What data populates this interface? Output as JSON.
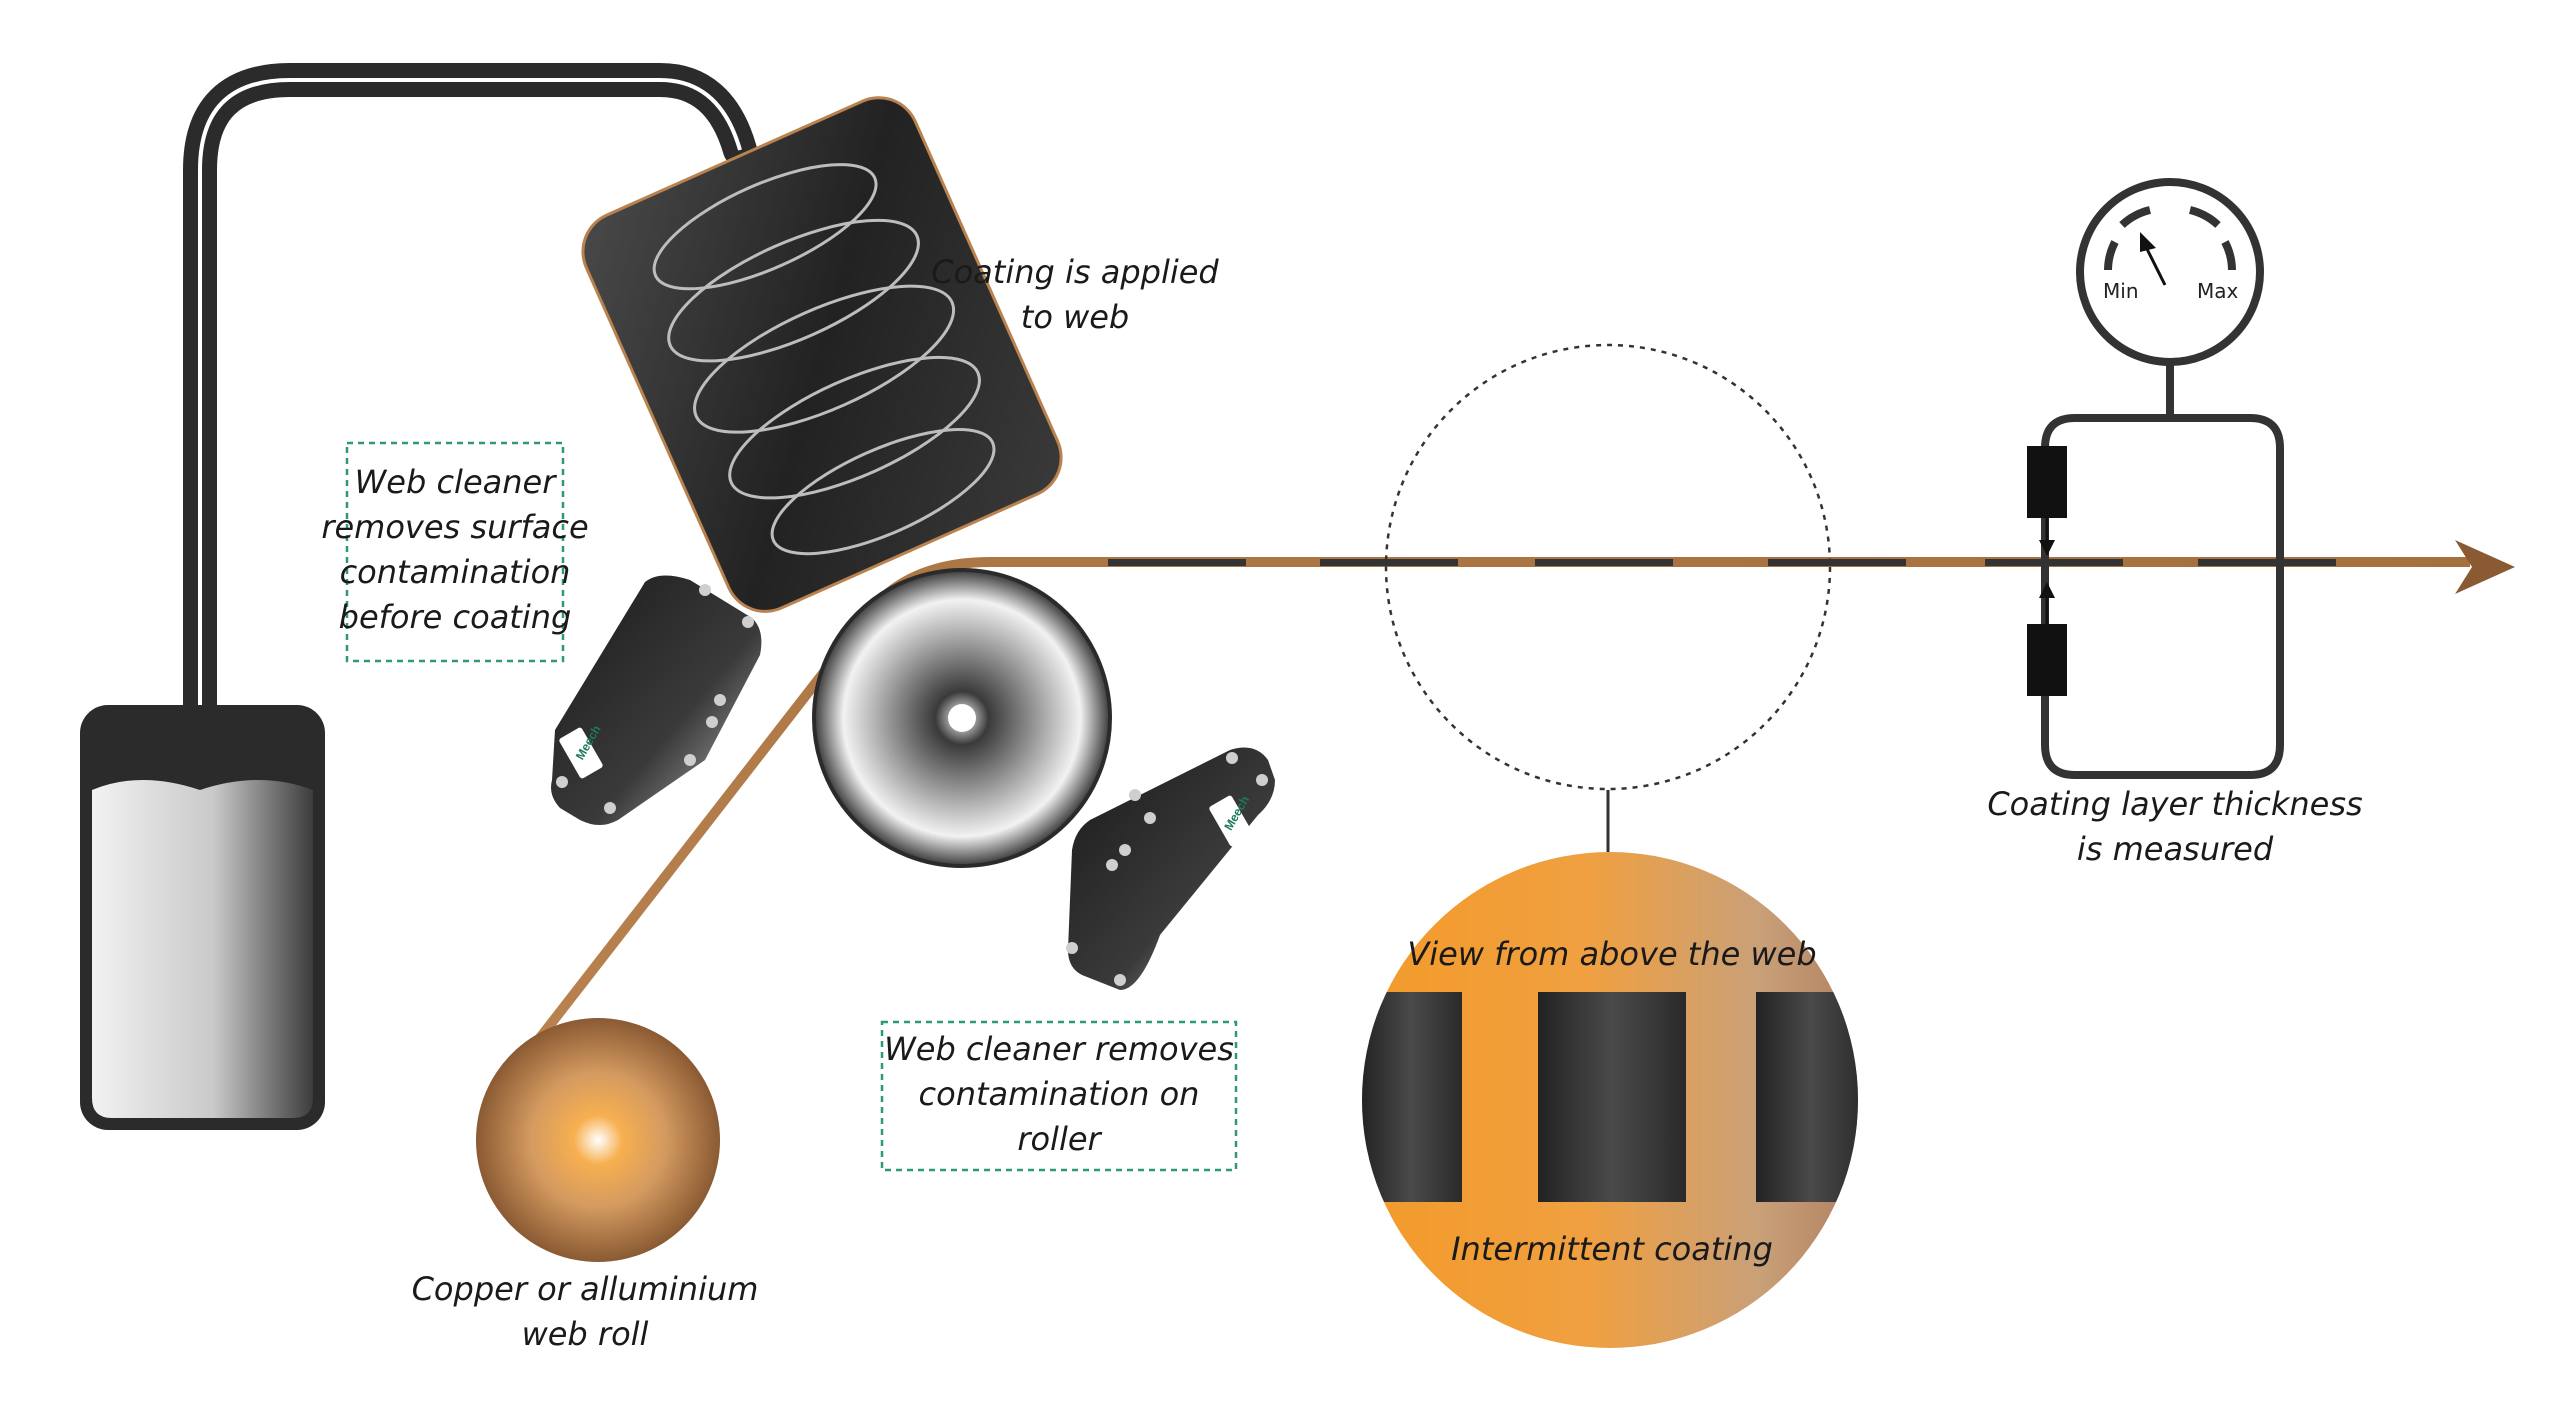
{
  "labels": {
    "coating_applied": [
      "Coating is applied",
      "to web"
    ],
    "web_cleaner_surface": [
      "Web cleaner",
      "removes surface",
      "contamination",
      "before coating"
    ],
    "web_cleaner_roller": [
      "Web cleaner removes",
      "contamination on",
      "roller"
    ],
    "web_roll": [
      "Copper or alluminium",
      "web roll"
    ],
    "thickness": [
      "Coating layer thickness",
      "is measured"
    ],
    "view_above": "View from above the web",
    "intermittent": "Intermittent coating"
  },
  "gauge": {
    "min_label": "Min",
    "max_label": "Max"
  },
  "logo_text": "Meech",
  "colors": {
    "web_copper": "#b9824f",
    "coating_orange": "#f39a2a",
    "coating_patch": "#3a3a3a",
    "dark_body": "#2b2b2b",
    "dashed_box": "#2e9a6e"
  }
}
